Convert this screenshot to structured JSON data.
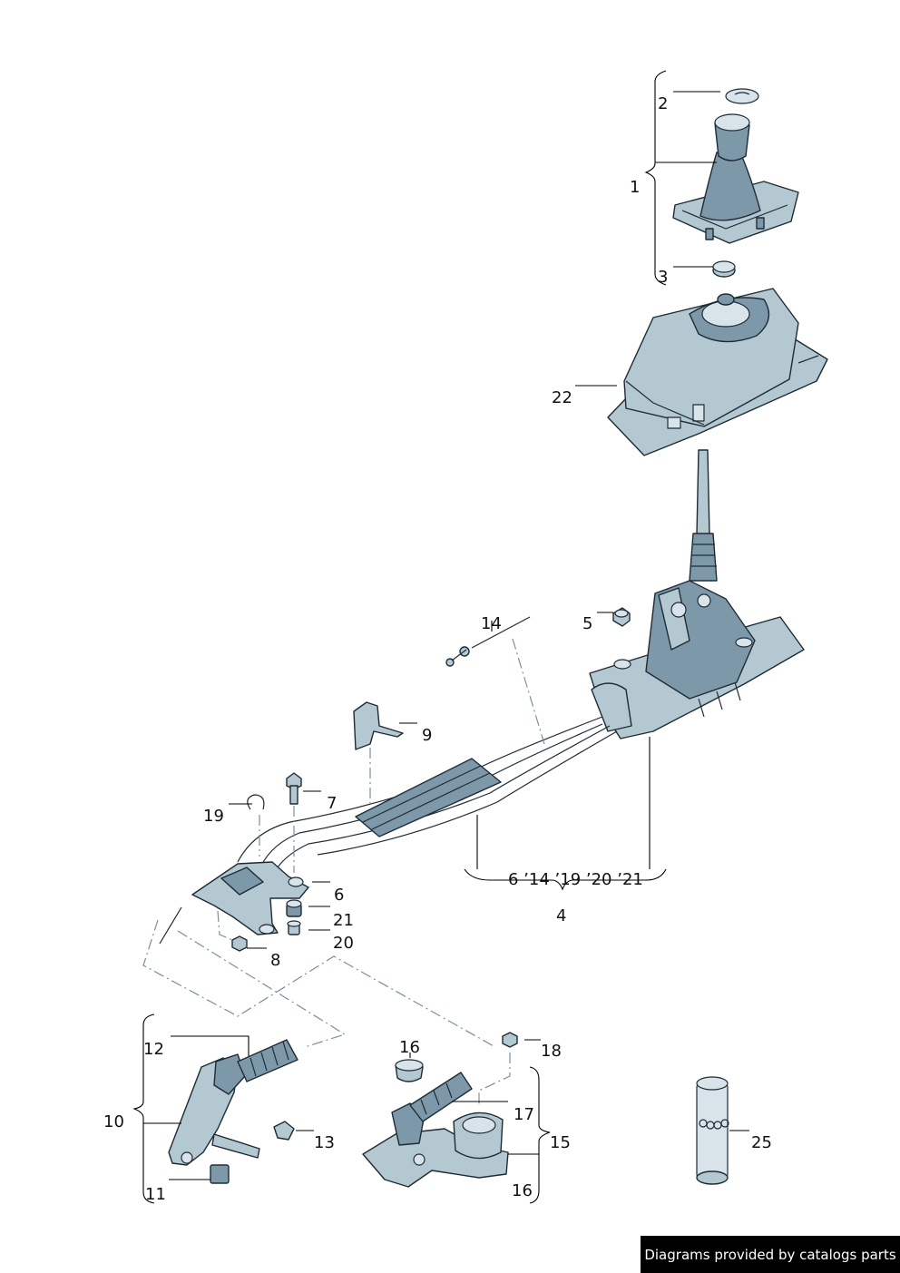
{
  "callouts": {
    "c1": "1",
    "c2": "2",
    "c3": "3",
    "c4": "4",
    "c4_group": "6 ’14 ’19 ’20 ’21",
    "c5": "5",
    "c6": "6",
    "c7": "7",
    "c8": "8",
    "c9": "9",
    "c10": "10",
    "c11": "11",
    "c12": "12",
    "c13": "13",
    "c14": "14",
    "c15": "15",
    "c16a": "16",
    "c16b": "16",
    "c17": "17",
    "c18": "18",
    "c19": "19",
    "c20": "20",
    "c21": "21",
    "c22": "22",
    "c25": "25"
  },
  "footer": {
    "text": "Diagrams provided by catalogs parts"
  },
  "colors": {
    "part_fill": "#b4c8d2",
    "part_outline": "#1e2b35",
    "footer_bg": "#000000"
  }
}
